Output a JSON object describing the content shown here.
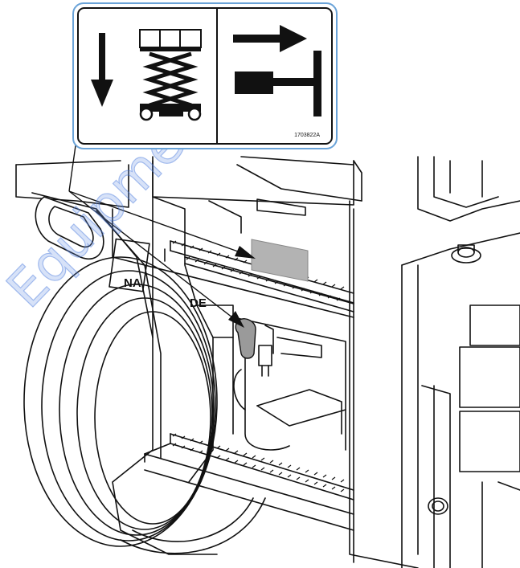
{
  "decal": {
    "part_number": "1703822A"
  },
  "machine": {
    "nameplate_partial_left": "NA",
    "nameplate_partial_right": "DE"
  },
  "watermark": {
    "text": "Equipment.c"
  },
  "colors": {
    "decal_border": "#6aa3d8",
    "highlight_area": "#b3b3b3",
    "line": "#111111",
    "watermark": "#7aa0e0"
  }
}
